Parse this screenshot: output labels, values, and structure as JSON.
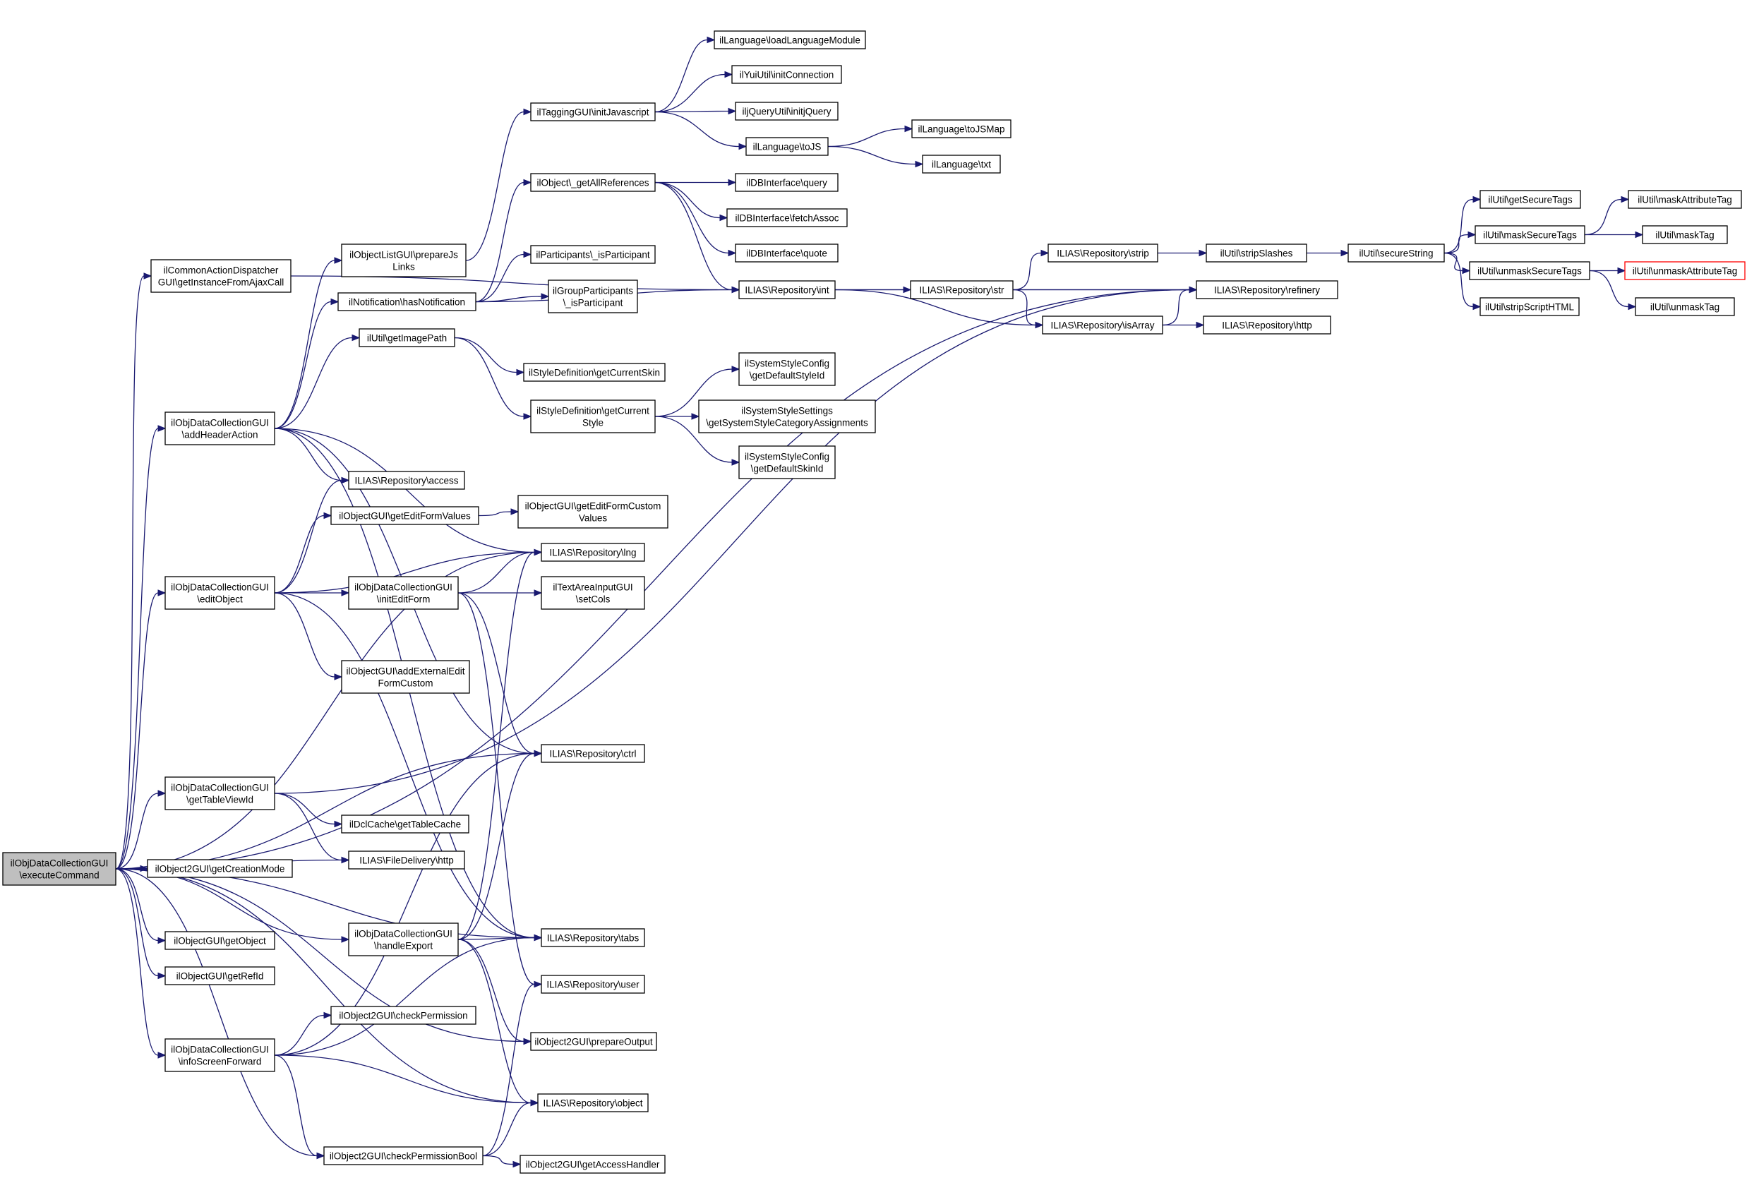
{
  "diagram": {
    "nodes": {
      "root": [
        "ilObjDataCollectionGUI",
        "\\executeCommand"
      ],
      "cad": [
        "ilCommonActionDispatcher",
        "GUI\\getInstanceFromAjaxCall"
      ],
      "addHeader": [
        "ilObjDataCollectionGUI",
        "\\addHeaderAction"
      ],
      "editObject": [
        "ilObjDataCollectionGUI",
        "\\editObject"
      ],
      "getTableViewId": [
        "ilObjDataCollectionGUI",
        "\\getTableViewId"
      ],
      "getCreationMode": [
        "ilObject2GUI\\getCreationMode"
      ],
      "getObject": [
        "ilObjectGUI\\getObject"
      ],
      "getRefId": [
        "ilObjectGUI\\getRefId"
      ],
      "infoScreen": [
        "ilObjDataCollectionGUI",
        "\\infoScreenForward"
      ],
      "checkPermBool": [
        "ilObject2GUI\\checkPermissionBool"
      ],
      "prepareJs": [
        "ilObjectListGUI\\prepareJs",
        "Links"
      ],
      "hasNotification": [
        "ilNotification\\hasNotification"
      ],
      "getImagePath": [
        "ilUtil\\getImagePath"
      ],
      "access": [
        "ILIAS\\Repository\\access"
      ],
      "getEditFormValues": [
        "ilObjectGUI\\getEditFormValues"
      ],
      "initEditForm": [
        "ilObjDataCollectionGUI",
        "\\initEditForm"
      ],
      "addExternal": [
        "ilObjectGUI\\addExternalEdit",
        "FormCustom"
      ],
      "dclCache": [
        "ilDclCache\\getTableCache"
      ],
      "fileDelivery": [
        "ILIAS\\FileDelivery\\http"
      ],
      "handleExport": [
        "ilObjDataCollectionGUI",
        "\\handleExport"
      ],
      "checkPermission": [
        "ilObject2GUI\\checkPermission"
      ],
      "taggingInit": [
        "ilTaggingGUI\\initJavascript"
      ],
      "getAllRefs": [
        "ilObject\\_getAllReferences"
      ],
      "isParticipant": [
        "ilParticipants\\_isParticipant"
      ],
      "groupPart": [
        "ilGroupParticipants",
        "\\_isParticipant"
      ],
      "getCurrentSkin": [
        "ilStyleDefinition\\getCurrentSkin"
      ],
      "getCurrentStyle": [
        "ilStyleDefinition\\getCurrent",
        "Style"
      ],
      "getEditFormCustom": [
        "ilObjectGUI\\getEditFormCustom",
        "Values"
      ],
      "lng": [
        "ILIAS\\Repository\\lng"
      ],
      "setCols": [
        "ilTextAreaInputGUI",
        "\\setCols"
      ],
      "ctrl": [
        "ILIAS\\Repository\\ctrl"
      ],
      "tabs": [
        "ILIAS\\Repository\\tabs"
      ],
      "user": [
        "ILIAS\\Repository\\user"
      ],
      "prepareOutput": [
        "ilObject2GUI\\prepareOutput"
      ],
      "object": [
        "ILIAS\\Repository\\object"
      ],
      "getAccessHandler": [
        "ilObject2GUI\\getAccessHandler"
      ],
      "loadLang": [
        "ilLanguage\\loadLanguageModule"
      ],
      "yuiInit": [
        "ilYuiUtil\\initConnection"
      ],
      "jquery": [
        "iljQueryUtil\\initjQuery"
      ],
      "toJS": [
        "ilLanguage\\toJS"
      ],
      "dbQuery": [
        "ilDBInterface\\query"
      ],
      "dbFetch": [
        "ilDBInterface\\fetchAssoc"
      ],
      "dbQuote": [
        "ilDBInterface\\quote"
      ],
      "repoInt": [
        "ILIAS\\Repository\\int"
      ],
      "sysDefStyle": [
        "ilSystemStyleConfig",
        "\\getDefaultStyleId"
      ],
      "sysSettings": [
        "ilSystemStyleSettings",
        "\\getSystemStyleCategoryAssignments"
      ],
      "sysDefSkin": [
        "ilSystemStyleConfig",
        "\\getDefaultSkinId"
      ],
      "toJSMap": [
        "ilLanguage\\toJSMap"
      ],
      "txt": [
        "ilLanguage\\txt"
      ],
      "repoStr": [
        "ILIAS\\Repository\\str"
      ],
      "repoStrip": [
        "ILIAS\\Repository\\strip"
      ],
      "isArray": [
        "ILIAS\\Repository\\isArray"
      ],
      "refinery": [
        "ILIAS\\Repository\\refinery"
      ],
      "repoHttp": [
        "ILIAS\\Repository\\http"
      ],
      "stripSlashes": [
        "ilUtil\\stripSlashes"
      ],
      "secureString": [
        "ilUtil\\secureString"
      ],
      "getSecureTags": [
        "ilUtil\\getSecureTags"
      ],
      "maskSecureTags": [
        "ilUtil\\maskSecureTags"
      ],
      "unmaskSecureTags": [
        "ilUtil\\unmaskSecureTags"
      ],
      "stripScript": [
        "ilUtil\\stripScriptHTML"
      ],
      "maskAttr": [
        "ilUtil\\maskAttributeTag"
      ],
      "maskTag": [
        "ilUtil\\maskTag"
      ],
      "unmaskAttr": [
        "ilUtil\\unmaskAttributeTag"
      ],
      "unmaskTag": [
        "ilUtil\\unmaskTag"
      ]
    },
    "edge_color": "#191970",
    "root_fill": "#bfbfbf",
    "highlight_border": "#ff0000"
  }
}
